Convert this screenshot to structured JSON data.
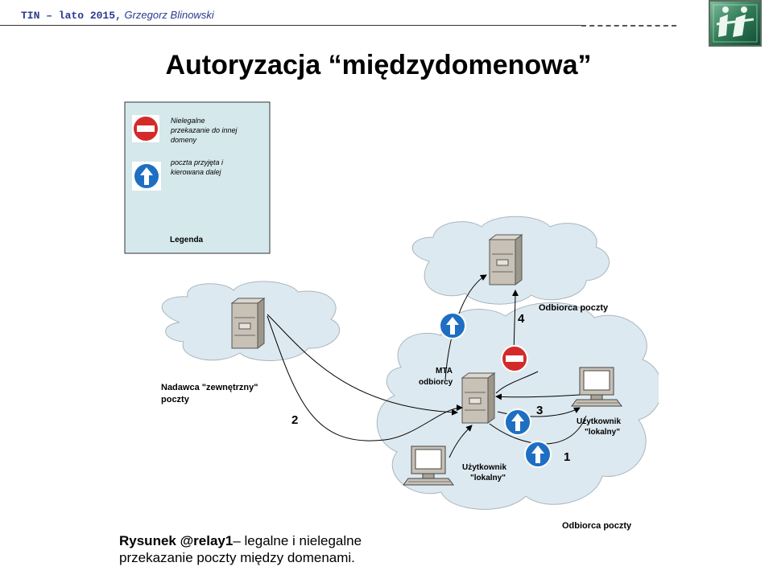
{
  "header": {
    "course": "TIN –  lato 2015,",
    "author": "Grzegorz Blinowski",
    "logo": "ii-logo-icon"
  },
  "title": "Autoryzacja “międzydomenowa”",
  "legend": {
    "heading": "Legenda",
    "item1": [
      "Nielegalne",
      "przekazanie do innej",
      "domeny"
    ],
    "item2": [
      "poczta przyjęta i",
      "kierowana dalej"
    ],
    "icon1": "no-entry-icon",
    "icon2": "arrow-up-icon"
  },
  "diagram": {
    "odbiorca_top": "Odbiorca poczty",
    "odbiorca_bottom": "Odbiorca poczty",
    "nadawca": [
      "Nadawca \"zewnętrzny\"",
      "poczty"
    ],
    "mta": [
      "MTA",
      "odbiorcy"
    ],
    "user_right": [
      "Użytkownik",
      "\"lokalny\""
    ],
    "user_left": [
      "Użytkownik",
      "\"lokalny\""
    ],
    "num1": "1",
    "num2": "2",
    "num3": "3",
    "num4": "4"
  },
  "caption": {
    "label": "Rysunek @relay1",
    "text1": "– legalne i nielegalne",
    "text2": "przekazanie poczty między domenami."
  },
  "colors": {
    "cloud_fill": "#dde9f0",
    "legend_fill": "#d5e8ec",
    "no_entry": "#d42a2a",
    "arrow_badge": "#1e6fc2",
    "server": "#c7c1b6",
    "title_blue": "#2b3a8f"
  }
}
